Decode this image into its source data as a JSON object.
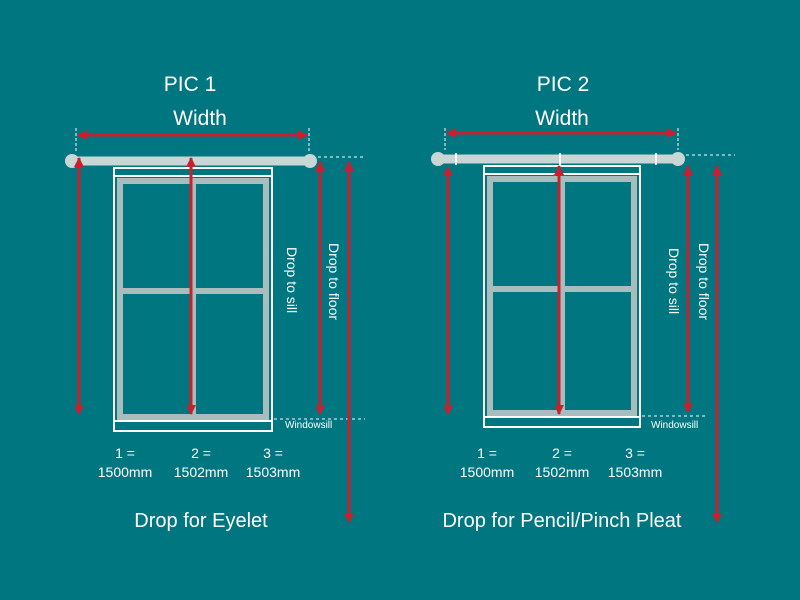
{
  "colors": {
    "background": "#007680",
    "arrow": "#c8202e",
    "rod": "#c8d6d6",
    "frame": "#ffffff",
    "pane": "#a9bdbf"
  },
  "panels": [
    {
      "pic_label": "PIC 1",
      "width_label": "Width",
      "drop_to_sill": "Drop to sill",
      "drop_to_floor": "Drop to floor",
      "windowsill": "Windowsill",
      "measurements": [
        {
          "index": "1 =",
          "value": "1500mm"
        },
        {
          "index": "2 =",
          "value": "1502mm"
        },
        {
          "index": "3 =",
          "value": "1503mm"
        }
      ],
      "caption": "Drop for Eyelet"
    },
    {
      "pic_label": "PIC 2",
      "width_label": "Width",
      "drop_to_sill": "Drop to sill",
      "drop_to_floor": "Drop to floor",
      "windowsill": "Windowsill",
      "measurements": [
        {
          "index": "1 =",
          "value": "1500mm"
        },
        {
          "index": "2 =",
          "value": "1502mm"
        },
        {
          "index": "3 =",
          "value": "1503mm"
        }
      ],
      "caption": "Drop for Pencil/Pinch Pleat"
    }
  ]
}
